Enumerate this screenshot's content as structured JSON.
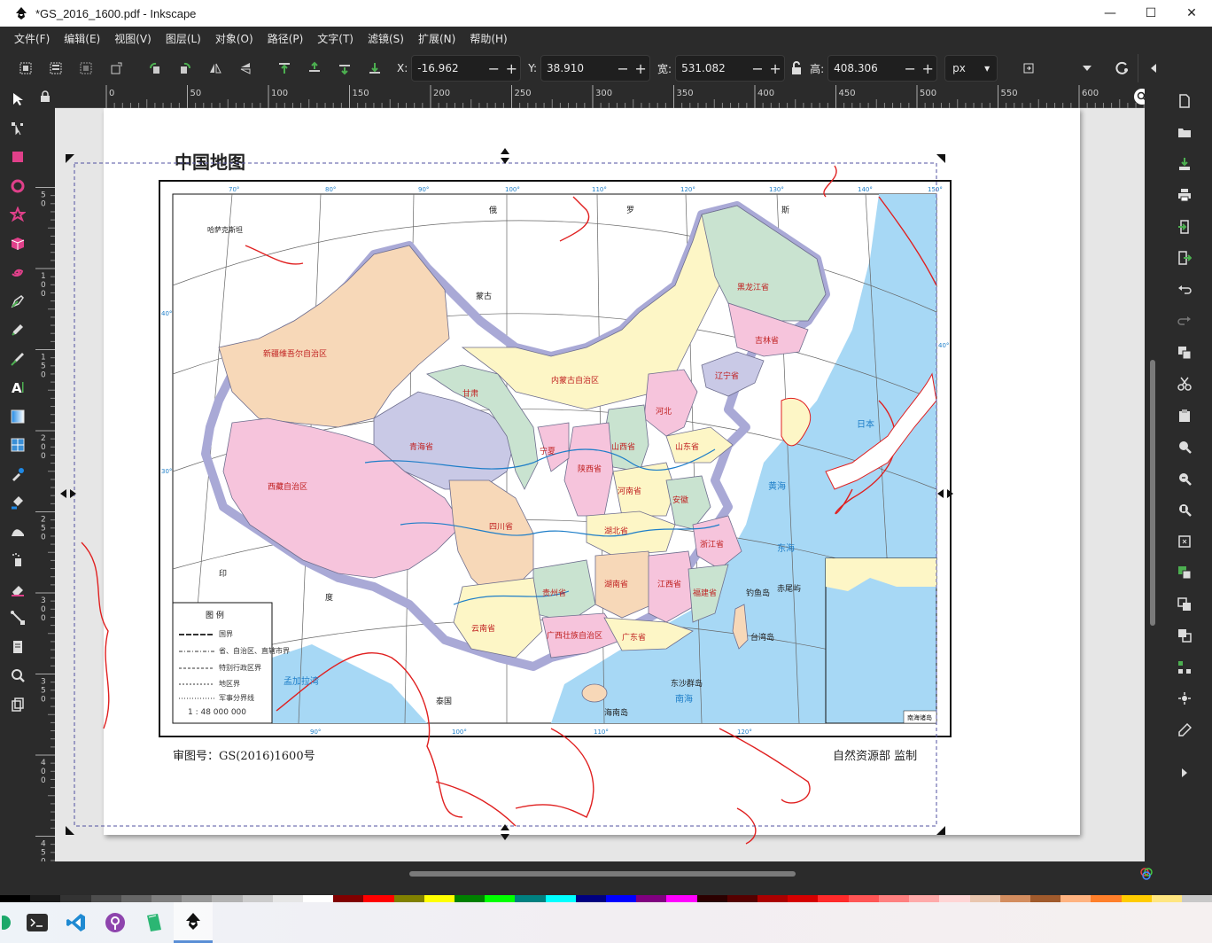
{
  "window": {
    "title": "*GS_2016_1600.pdf - Inkscape",
    "minimize": "—",
    "maximize": "☐",
    "close": "✕"
  },
  "menu": [
    "文件(F)",
    "编辑(E)",
    "视图(V)",
    "图层(L)",
    "对象(O)",
    "路径(P)",
    "文字(T)",
    "滤镜(S)",
    "扩展(N)",
    "帮助(H)"
  ],
  "toolbar": {
    "x_label": "X:",
    "x_value": "-16.962",
    "y_label": "Y:",
    "y_value": "38.910",
    "w_label": "宽:",
    "w_value": "531.082",
    "h_label": "高:",
    "h_value": "408.306",
    "unit": "px",
    "minus": "−",
    "plus": "+"
  },
  "ruler": {
    "top_ticks": [
      "0",
      "50",
      "100",
      "150",
      "200",
      "250",
      "300",
      "350",
      "400",
      "450",
      "500",
      "550",
      "600"
    ],
    "left_ticks": [
      "50",
      "100",
      "150",
      "200",
      "250",
      "300",
      "350",
      "400",
      "450"
    ]
  },
  "map": {
    "title": "中国地图",
    "approval": "审图号：GS(2016)1600号",
    "publisher": "自然资源部 监制",
    "legend_title": "图 例",
    "legend_items": [
      "国界",
      "省、自治区、直辖市界",
      "特别行政区界",
      "地区界",
      "军事分界线"
    ],
    "scale": "1 : 48 000 000",
    "inset_title": "南海诸岛",
    "top_lon": [
      "70°",
      "80°",
      "90°",
      "100°",
      "110°",
      "120°",
      "130°",
      "140°",
      "150°"
    ],
    "bottom_lon": [
      "90°",
      "100°",
      "110°",
      "120°"
    ],
    "right_lat": [
      "40°"
    ],
    "left_lat": [
      "40°",
      "30°"
    ],
    "labels": {
      "xinjiang": "新疆维吾尔自治区",
      "xizang": "西藏自治区",
      "qinghai": "青海省",
      "sichuan": "四川省",
      "gansu": "甘肃",
      "neimenggu": "内蒙古自治区",
      "heilongjiang": "黑龙江省",
      "jilin": "吉林省",
      "liaoning": "辽宁省",
      "hebei": "河北",
      "shandong": "山东省",
      "henan": "河南省",
      "hubei": "湖北省",
      "hunan": "湖南省",
      "jiangxi": "江西省",
      "guangxi": "广西壮族自治区",
      "guangdong": "广东省",
      "yunnan": "云南省",
      "guizhou": "贵州省",
      "shanxi": "山西省",
      "shaanxi": "陕西省",
      "ningxia": "宁夏",
      "anhui": "安徽",
      "zhejiang": "浙江省",
      "fujian": "福建省",
      "taiwan": "台湾岛",
      "hainan": "海南岛",
      "mongolia": "蒙古",
      "russia_a": "俄",
      "russia_b": "罗",
      "russia_c": "斯",
      "kazakh": "哈萨克斯坦",
      "india": "印",
      "india2": "度",
      "japan": "日本",
      "yellow_sea": "黄海",
      "east_sea": "东海",
      "south_sea": "南海",
      "bengal": "孟加拉湾",
      "diaoyu": "钓鱼岛",
      "chiwei": "赤尾屿",
      "dongsha": "东沙群岛",
      "thailand": "泰国"
    }
  }
}
